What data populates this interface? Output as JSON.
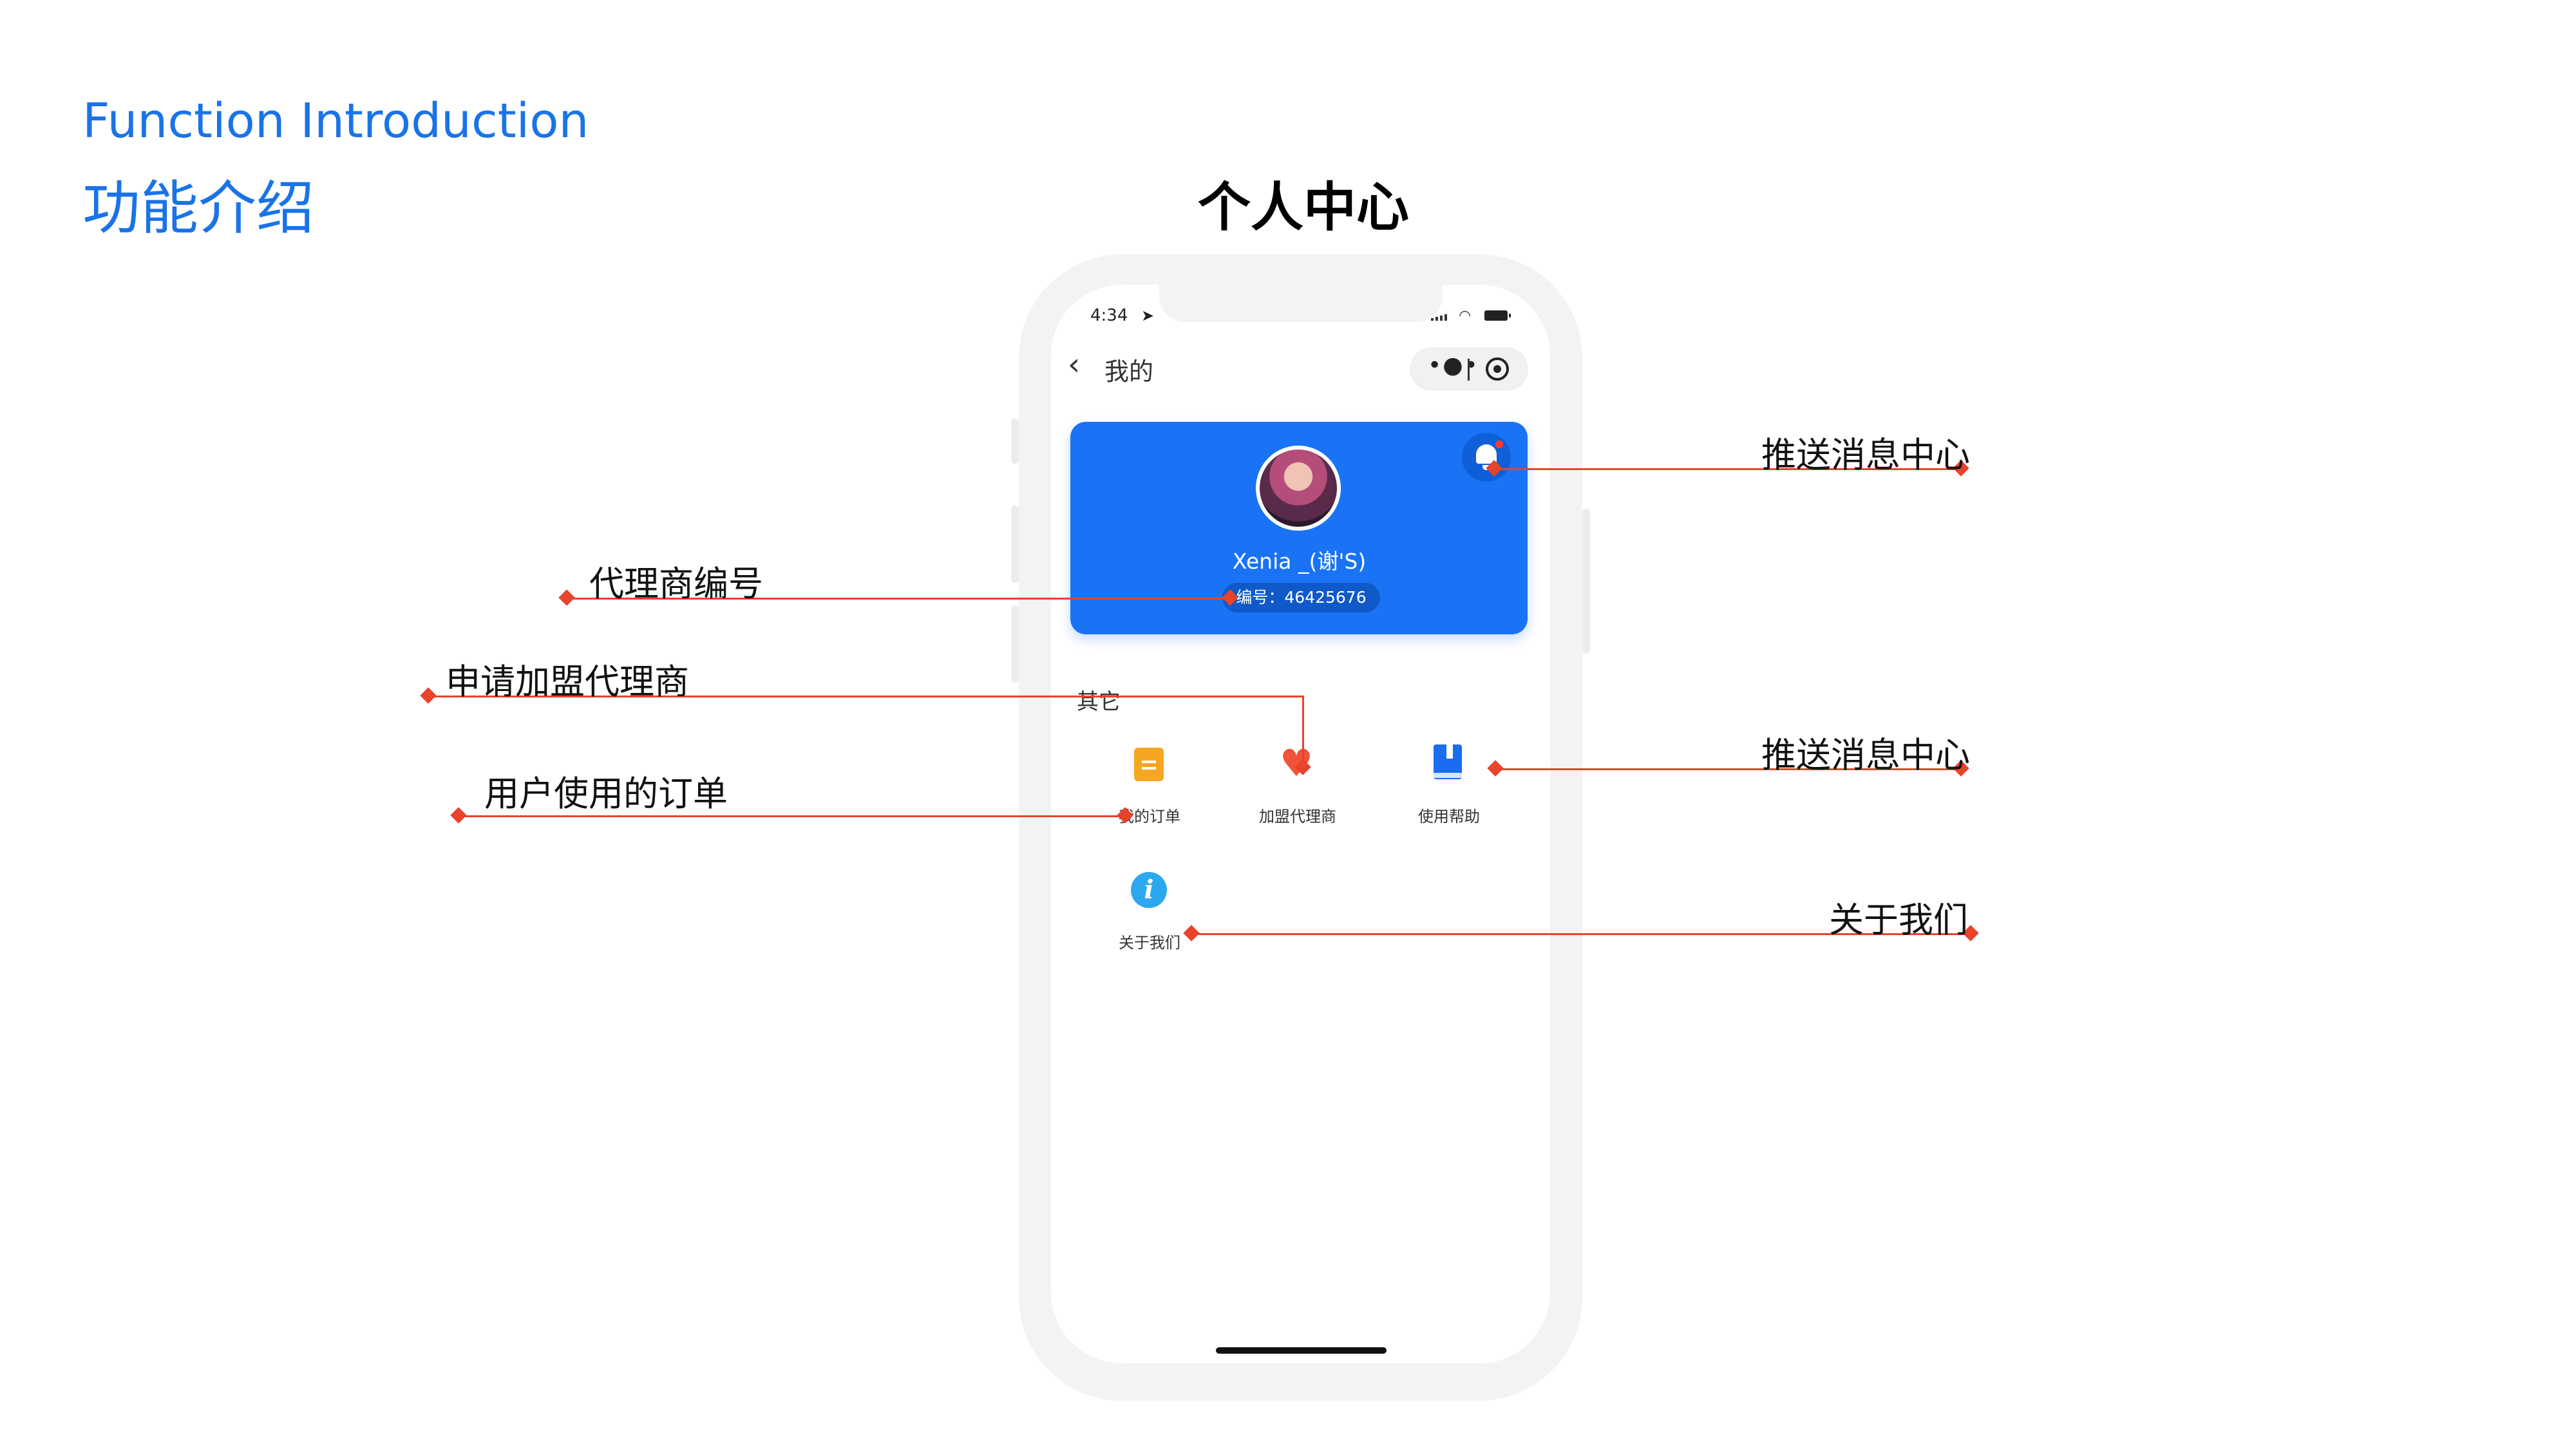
{
  "header": {
    "title_en": "Function Introduction",
    "title_zh": "功能介绍"
  },
  "page_title": "个人中心",
  "phone": {
    "status_time": "4:34",
    "nav_title": "我的",
    "profile": {
      "username": "Xenia _(谢'S)",
      "id_text": "编号：46425676"
    },
    "section_label": "其它",
    "grid_items": [
      {
        "label": "我的订单",
        "icon": "clipboard-icon"
      },
      {
        "label": "加盟代理商",
        "icon": "handshake-heart-icon"
      },
      {
        "label": "使用帮助",
        "icon": "book-icon"
      },
      {
        "label": "关于我们",
        "icon": "info-icon"
      }
    ]
  },
  "annotations": {
    "push_center_top": "推送消息中心",
    "agent_number": "代理商编号",
    "apply_agent": "申请加盟代理商",
    "user_orders": "用户使用的订单",
    "push_center_mid": "推送消息中心",
    "about_us": "关于我们"
  },
  "colors": {
    "accent": "#1a73e8",
    "card_blue": "#1a73f5",
    "annotation_red": "#e8432b"
  }
}
